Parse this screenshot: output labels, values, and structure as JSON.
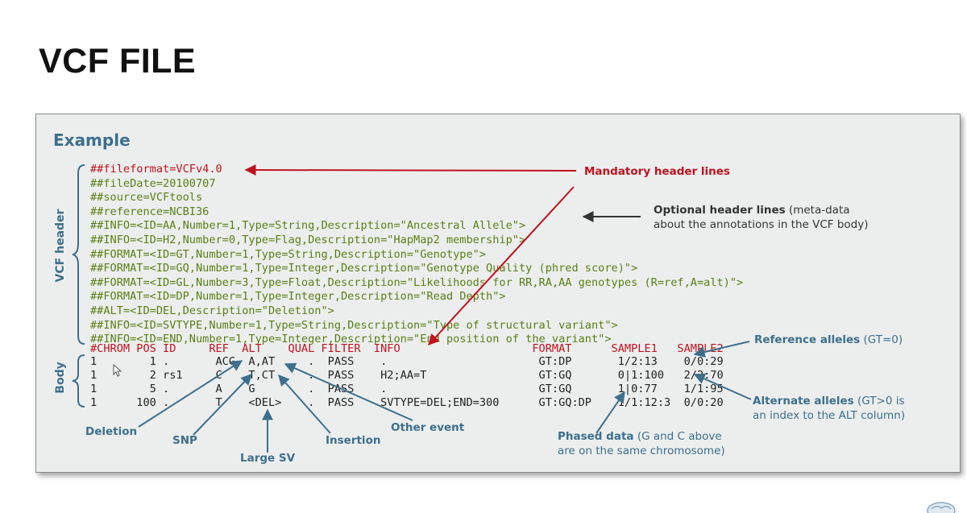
{
  "title": "VCF FILE",
  "example_heading": "Example",
  "side_labels": {
    "vcf_header": "VCF header",
    "body": "Body"
  },
  "header_lines": {
    "mandatory": "##fileformat=VCFv4.0",
    "optional": [
      "##fileDate=20100707",
      "##source=VCFtools",
      "##reference=NCBI36",
      "##INFO=<ID=AA,Number=1,Type=String,Description=\"Ancestral Allele\">",
      "##INFO=<ID=H2,Number=0,Type=Flag,Description=\"HapMap2 membership\">",
      "##FORMAT=<ID=GT,Number=1,Type=String,Description=\"Genotype\">",
      "##FORMAT=<ID=GQ,Number=1,Type=Integer,Description=\"Genotype Quality (phred score)\">",
      "##FORMAT=<ID=GL,Number=3,Type=Float,Description=\"Likelihoods for RR,RA,AA genotypes (R=ref,A=alt)\">",
      "##FORMAT=<ID=DP,Number=1,Type=Integer,Description=\"Read Depth\">",
      "##ALT=<ID=DEL,Description=\"Deletion\">",
      "##INFO=<ID=SVTYPE,Number=1,Type=String,Description=\"Type of structural variant\">",
      "##INFO=<ID=END,Number=1,Type=Integer,Description=\"End position of the variant\">"
    ]
  },
  "columns_line": "#CHROM POS ID     REF  ALT    QUAL FILTER  INFO                    FORMAT      SAMPLE1   SAMPLE2",
  "body_lines": [
    "1        1 .       ACG  A,AT     .  PASS    .                       GT:DP       1/2:13    0/0:29",
    "1        2 rs1     C    T,CT     .  PASS    H2;AA=T                 GT:GQ       0|1:100   2/2:70",
    "1        5 .       A    G        .  PASS    .                       GT:GQ       1|0:77    1/1:95",
    "1      100 .       T    <DEL>    .  PASS    SVTYPE=DEL;END=300      GT:GQ:DP    1/1:12:3  0/0:20"
  ],
  "annotations": {
    "mandatory": "Mandatory header lines",
    "optional_bold": "Optional header lines",
    "optional_rest_1": "(meta-data",
    "optional_rest_2": "about the annotations in the VCF body)",
    "reference_bold": "Reference alleles",
    "reference_rest": "(GT=0)",
    "alternate_bold": "Alternate alleles",
    "alternate_rest_1": "(GT>0 is",
    "alternate_rest_2": "an index to the ALT column)",
    "phased_bold": "Phased data",
    "phased_rest_1": "(G and C above",
    "phased_rest_2": "are on the same chromosome)",
    "deletion": "Deletion",
    "snp": "SNP",
    "large_sv": "Large SV",
    "insertion": "Insertion",
    "other_event": "Other event"
  },
  "colors": {
    "red": "#c0121e",
    "green": "#5a7f14",
    "blue": "#3d6f8c",
    "dark_arrow": "#333333"
  }
}
